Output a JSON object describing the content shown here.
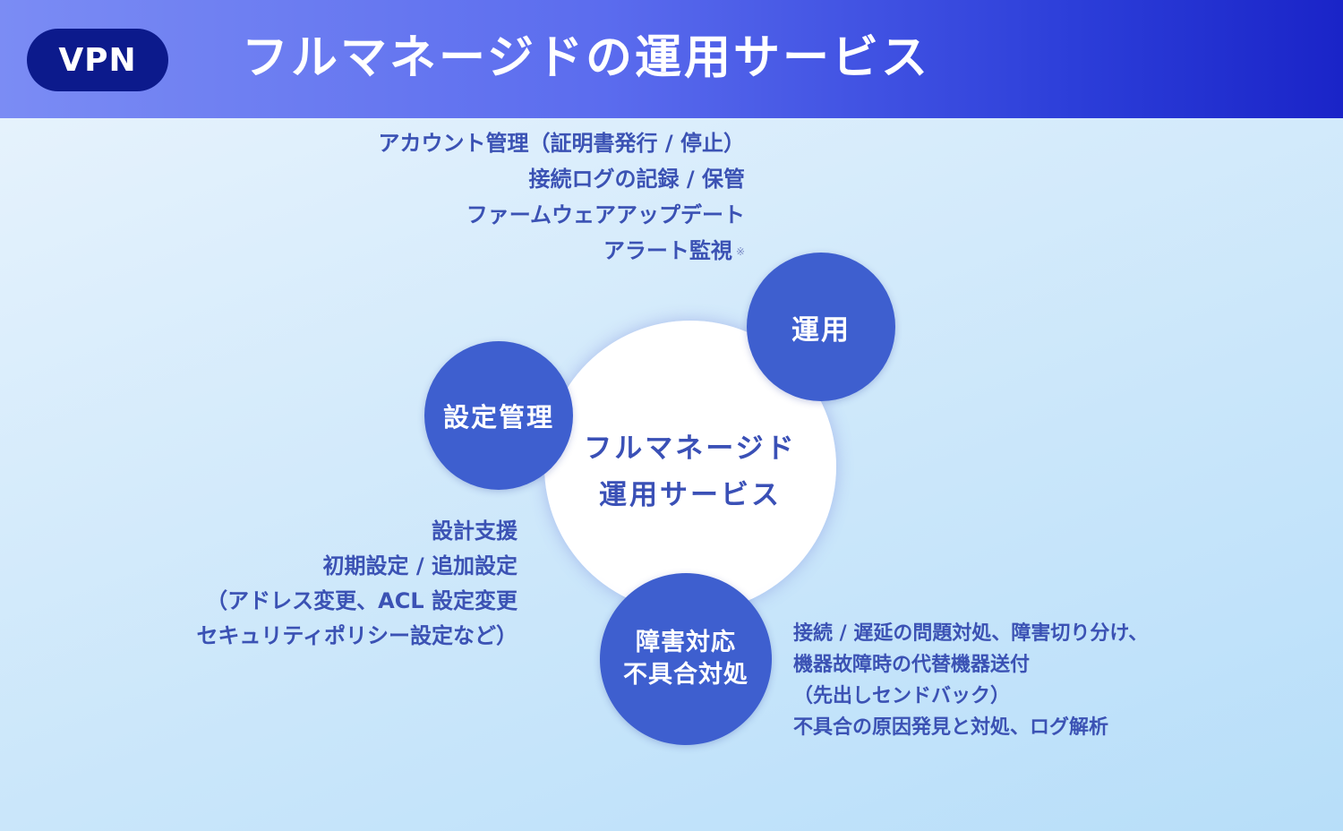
{
  "header": {
    "badge": "VPN",
    "title": "フルマネージドの運用サービス"
  },
  "diagram": {
    "center": {
      "line1": "フルマネージド",
      "line2": "運用サービス"
    },
    "nodes": {
      "operation": {
        "label": "運用",
        "description": [
          "アカウント管理（証明書発行 / 停止）",
          "接続ログの記録 / 保管",
          "ファームウェアアップデート",
          "アラート監視"
        ],
        "note_mark": "※"
      },
      "settings": {
        "label": "設定管理",
        "description": [
          "設計支援",
          "初期設定 / 追加設定",
          "（アドレス変更、ACL 設定変更",
          "セキュリティポリシー設定など）"
        ]
      },
      "trouble": {
        "label_line1": "障害対応",
        "label_line2": "不具合対処",
        "description": [
          "接続 / 遅延の問題対処、障害切り分け、",
          "機器故障時の代替機器送付",
          "（先出しセンドバック）",
          "不具合の原因発見と対処、ログ解析"
        ]
      }
    }
  },
  "colors": {
    "header_start": "#7b8cf4",
    "header_end": "#1a24c8",
    "badge": "#0c1a8c",
    "node": "#3e5fcf",
    "text": "#3b52b4"
  }
}
